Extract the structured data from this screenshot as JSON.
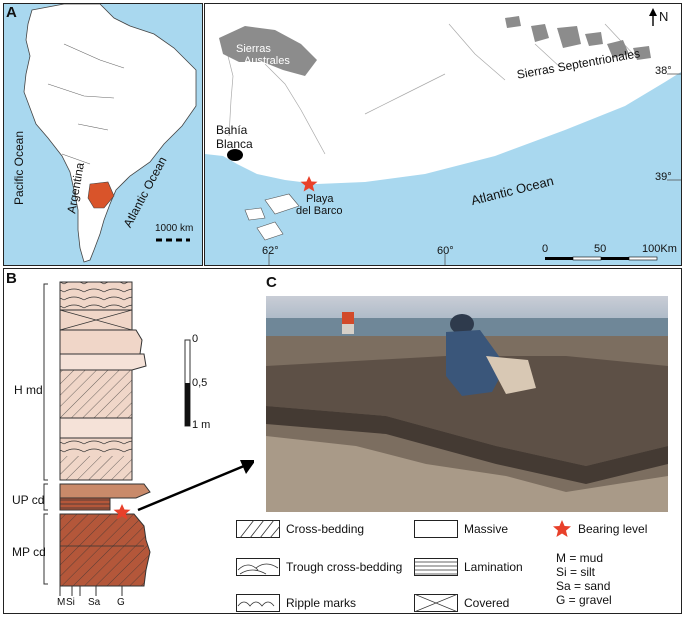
{
  "panels": {
    "a": "A",
    "b": "B",
    "c": "C"
  },
  "map_sa": {
    "pacific": "Pacific Ocean",
    "atlantic": "Atlantic Ocean",
    "country": "Argentina",
    "scale": "1000 km"
  },
  "map_detail": {
    "north": "N",
    "sierras_australes_1": "Sierras",
    "sierras_australes_2": "Australes",
    "sierras_septentrionales": "Sierras Septentrionales",
    "bahia_1": "Bahía",
    "bahia_2": "Blanca",
    "playa_1": "Playa",
    "playa_2": "del Barco",
    "ocean": "Atlantic Ocean",
    "lat_38": "38°",
    "lat_39": "39°",
    "lon_62": "62°",
    "lon_60": "60°",
    "scale_0": "0",
    "scale_50": "50",
    "scale_100": "100Km"
  },
  "column": {
    "unit_hmd": "H md",
    "unit_upcd": "UP cd",
    "unit_mpcd": "MP cd",
    "scale_0": "0",
    "scale_05": "0,5",
    "scale_1": "1 m",
    "grain_m": "M",
    "grain_si": "Si",
    "grain_sa": "Sa",
    "grain_g": "G"
  },
  "legend": {
    "cross_bedding": "Cross-bedding",
    "trough": "Trough cross-bedding",
    "ripple": "Ripple marks",
    "massive": "Massive",
    "lamination": "Lamination",
    "covered": "Covered",
    "bearing": "Bearing level",
    "abbr_m": "M = mud",
    "abbr_si": "Si = silt",
    "abbr_sa": "Sa = sand",
    "abbr_g": "G = gravel"
  },
  "colors": {
    "ocean": "#a9d8ef",
    "land": "#ffffff",
    "argentina_highlight": "#d9542a",
    "sierras": "#8c8c8c",
    "star": "#e8402a",
    "mud_red": "#b4573a",
    "sand_pink": "#f0d6c8"
  }
}
